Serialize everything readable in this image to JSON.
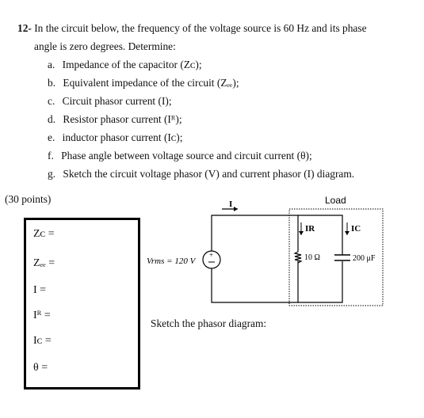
{
  "question": {
    "number": "12-",
    "line1": "In the circuit below, the frequency of the voltage source is 60 Hz and its phase",
    "line2": "angle is zero degrees. Determine:",
    "items": [
      {
        "letter": "a.",
        "text": "Impedance of the capacitor (Zᴄ);"
      },
      {
        "letter": "b.",
        "text": "Equivalent impedance of the circuit (Zₑₑ);"
      },
      {
        "letter": "c.",
        "text": "Circuit phasor current (I);"
      },
      {
        "letter": "d.",
        "text": "Resistor phasor current (Iᴿ);"
      },
      {
        "letter": "e.",
        "text": "inductor phasor current (Iᴄ);"
      },
      {
        "letter": "f.",
        "text": "Phase angle between voltage source and circuit current (θ);"
      },
      {
        "letter": "g.",
        "text": "Sketch the circuit voltage phasor (V) and current phasor (I) diagram."
      }
    ],
    "points": "(30 points)"
  },
  "answers": {
    "zc": "Zᴄ =",
    "zeq": "Zₑₑ =",
    "i": "I =",
    "ir": "Iᴿ =",
    "ic": "Iᴄ =",
    "theta": "θ ="
  },
  "circuit": {
    "load_label": "Load",
    "current_label": "I",
    "source_label": "Vrms = 120 V",
    "source_plus": "+",
    "ir_label": "IR",
    "ic_label": "IC",
    "resistor_value": "10 Ω",
    "capacitor_value": "200 μF"
  },
  "sketch_prompt": "Sketch the phasor diagram:"
}
